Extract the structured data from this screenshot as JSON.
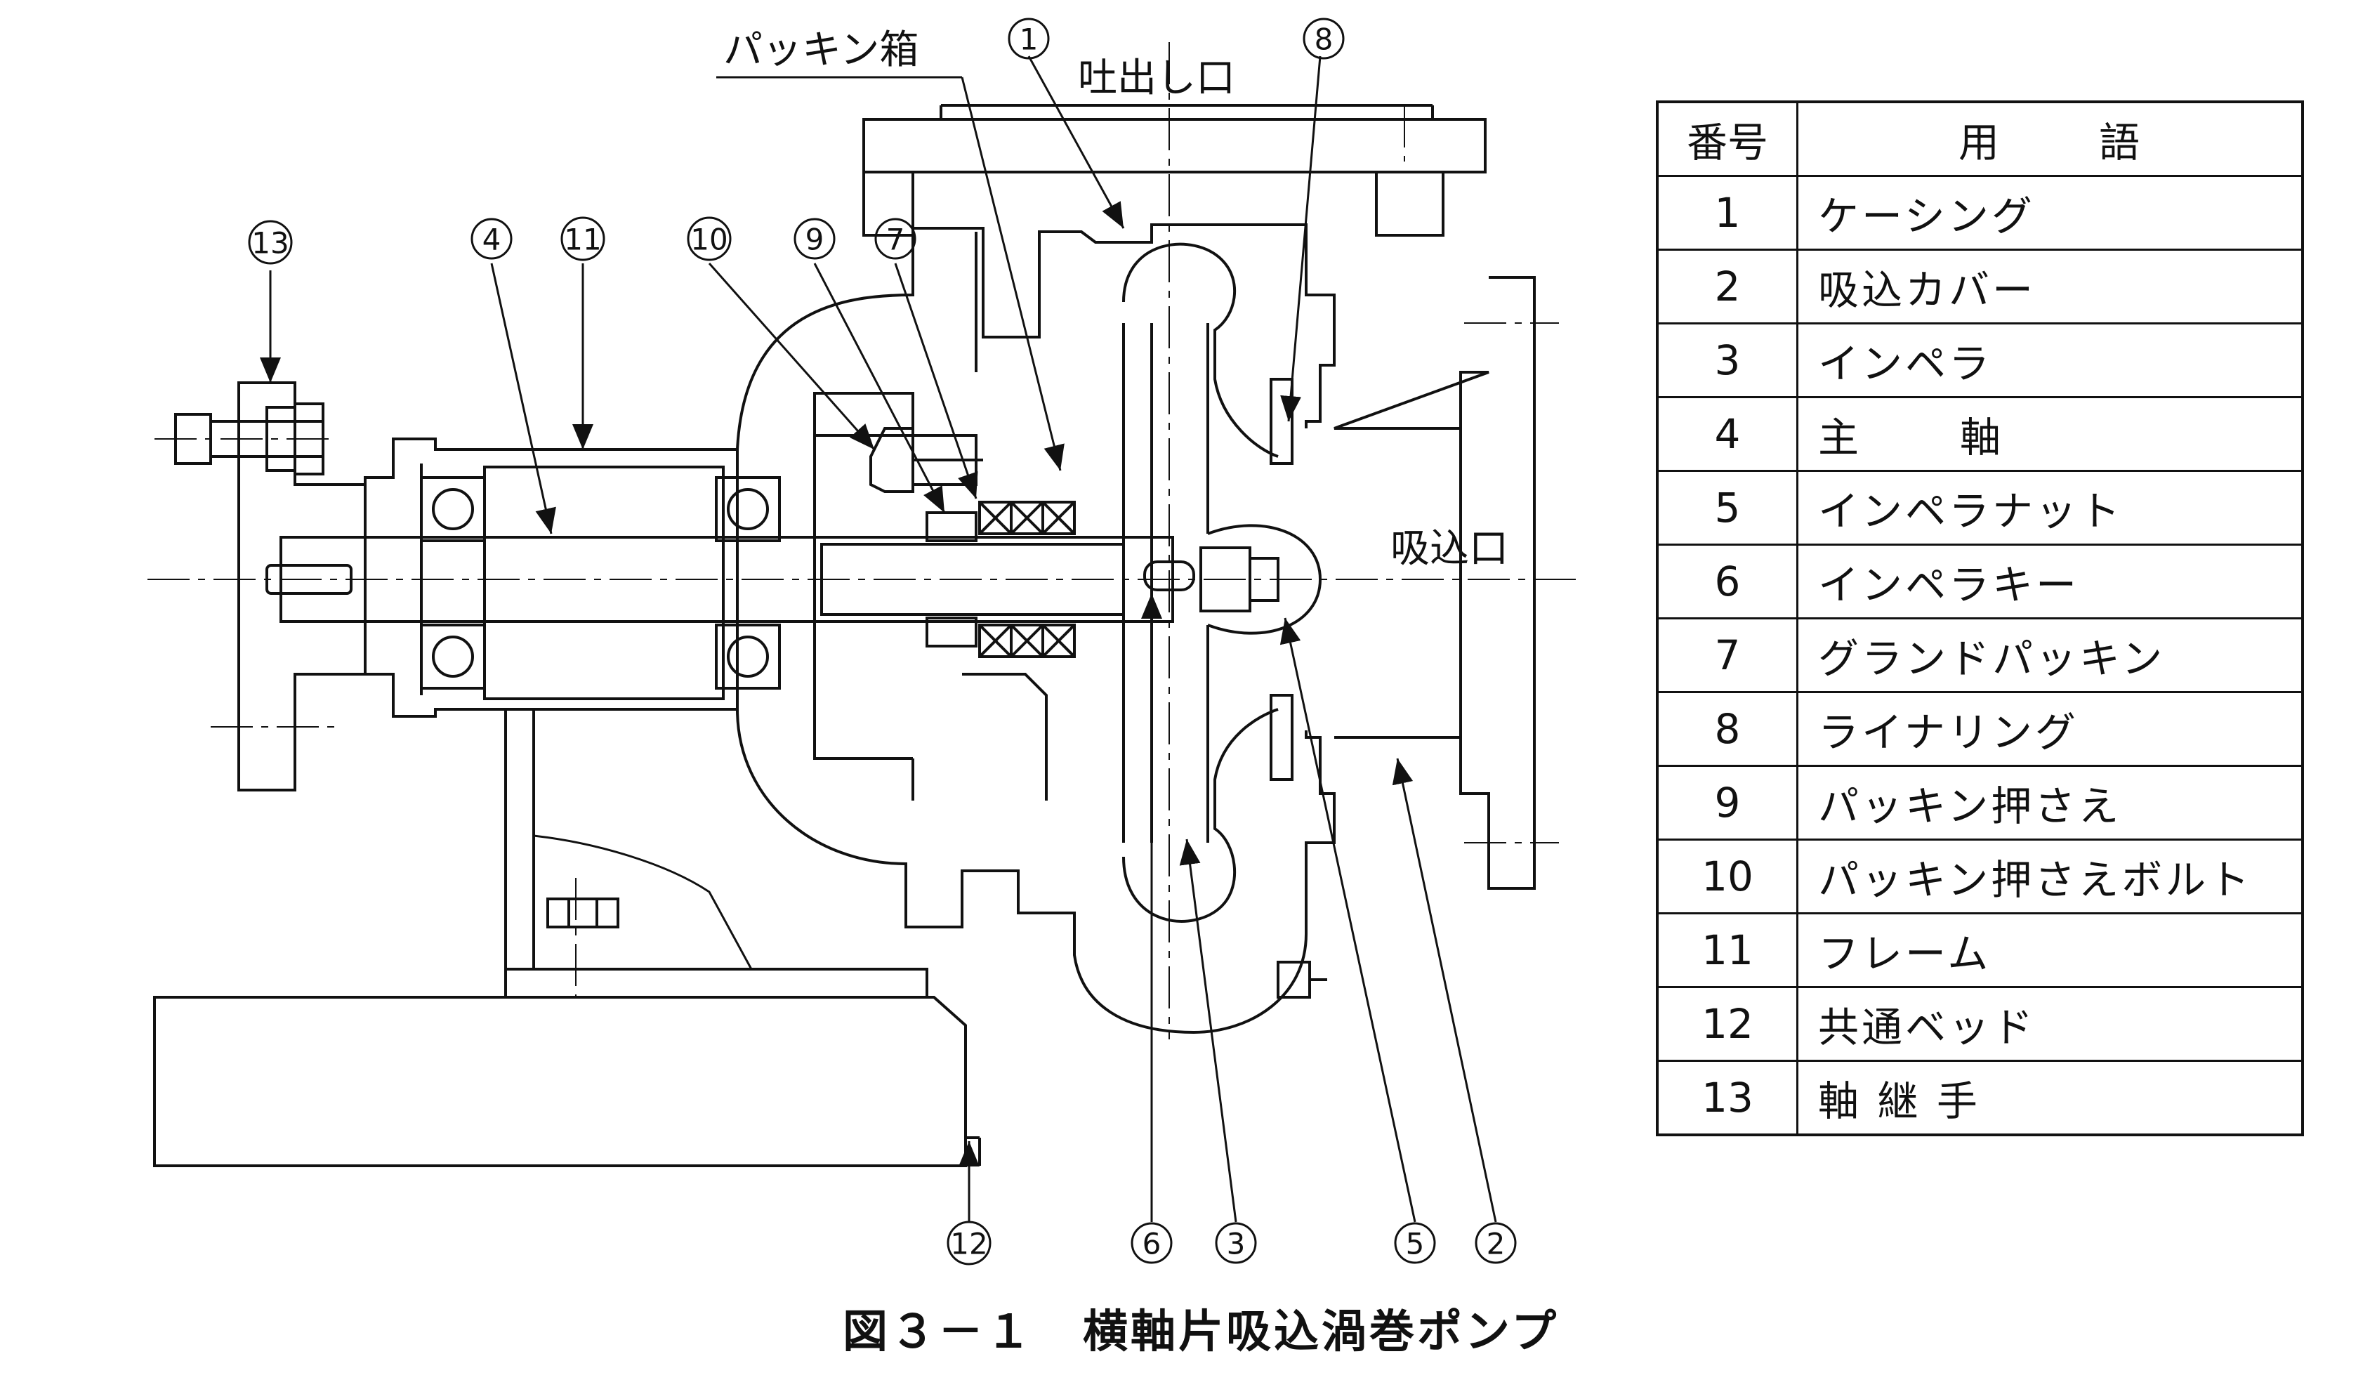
{
  "figure": {
    "caption_number": "図３－１",
    "caption_title": "横軸片吸込渦巻ポンプ"
  },
  "diagram_labels": {
    "packing_box": "パッキン箱",
    "discharge_port": "吐出し口",
    "suction_port": "吸込口"
  },
  "callouts": [
    "①",
    "②",
    "③",
    "④",
    "⑤",
    "⑥",
    "⑦",
    "⑧",
    "⑨",
    "⑩",
    "⑪",
    "⑫",
    "⑬"
  ],
  "table": {
    "header_no": "番号",
    "header_term_1": "用",
    "header_term_2": "語",
    "rows": [
      {
        "no": "1",
        "term": "ケーシング"
      },
      {
        "no": "2",
        "term": "吸込カバー"
      },
      {
        "no": "3",
        "term": "インペラ"
      },
      {
        "no": "4",
        "term": "主",
        "term2": "軸"
      },
      {
        "no": "5",
        "term": "インペラナット"
      },
      {
        "no": "6",
        "term": "インペラキー"
      },
      {
        "no": "7",
        "term": "グランドパッキン"
      },
      {
        "no": "8",
        "term": "ライナリング"
      },
      {
        "no": "9",
        "term": "パッキン押さえ"
      },
      {
        "no": "10",
        "term": "パッキン押さえボルト"
      },
      {
        "no": "11",
        "term": "フレーム"
      },
      {
        "no": "12",
        "term": "共通ベッド"
      },
      {
        "no": "13",
        "term": "軸 継 手"
      }
    ]
  }
}
